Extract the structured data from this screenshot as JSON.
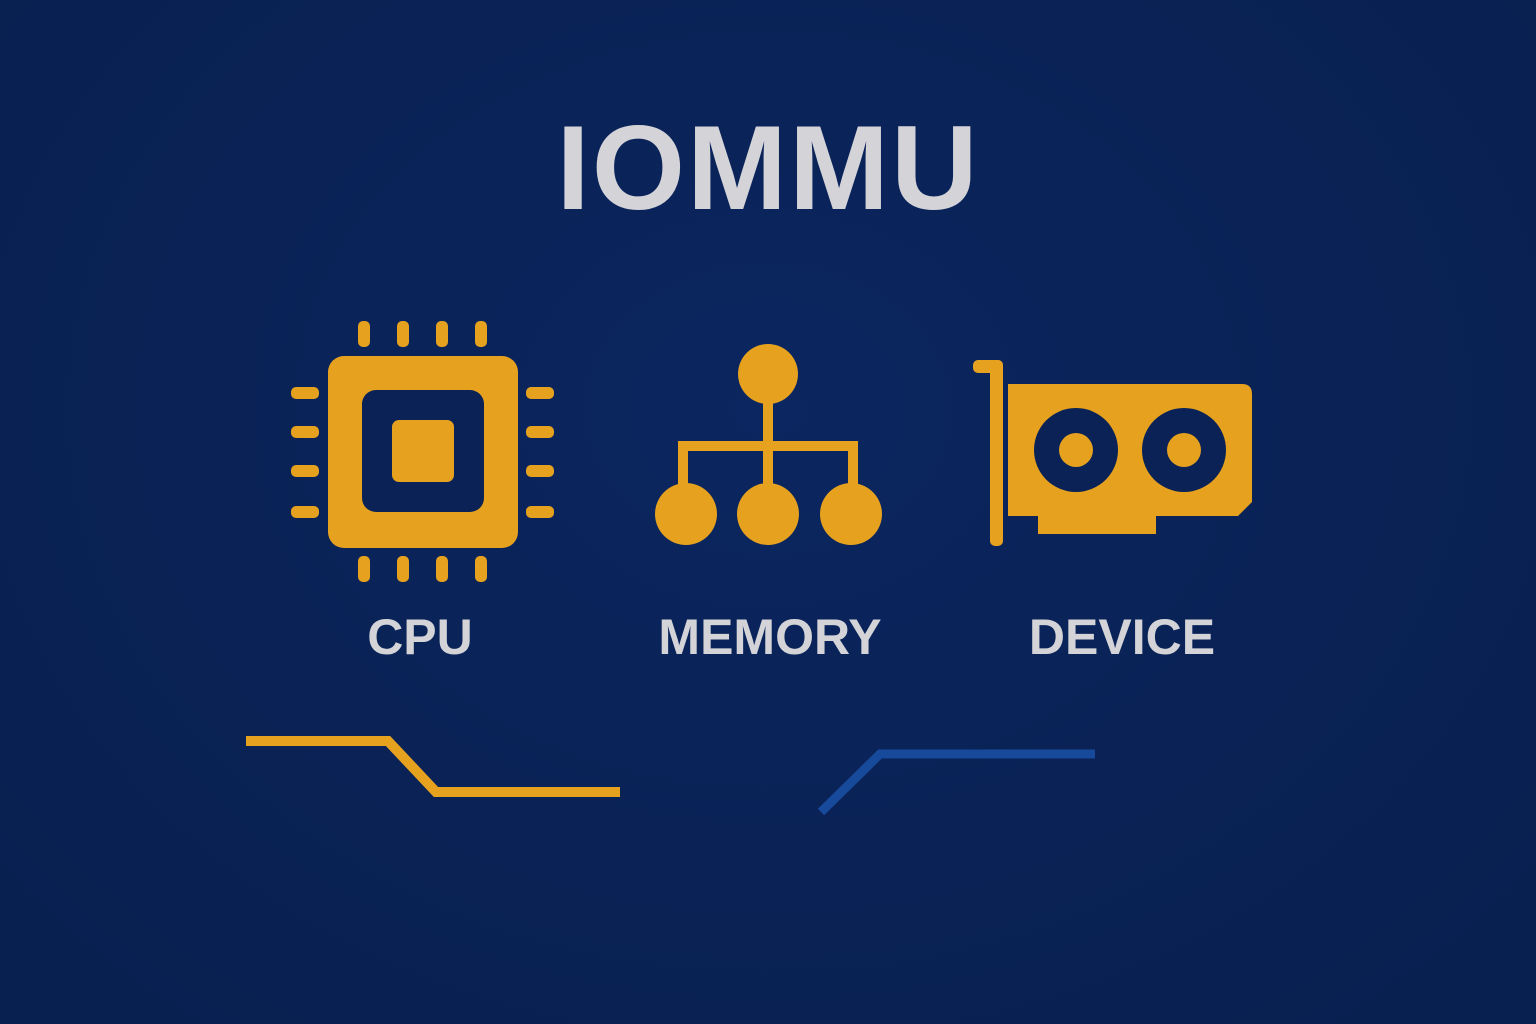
{
  "diagram": {
    "title": "IOMMU",
    "nodes": [
      {
        "id": "cpu",
        "label": "CPU",
        "icon": "cpu-chip-icon"
      },
      {
        "id": "memory",
        "label": "MEMORY",
        "icon": "hierarchy-tree-icon"
      },
      {
        "id": "device",
        "label": "DEVICE",
        "icon": "graphics-card-icon"
      }
    ]
  },
  "colors": {
    "background": "#0a2255",
    "accent": "#e6a11f",
    "text": "#d3d3d8",
    "trace_secondary": "#174a9a"
  }
}
